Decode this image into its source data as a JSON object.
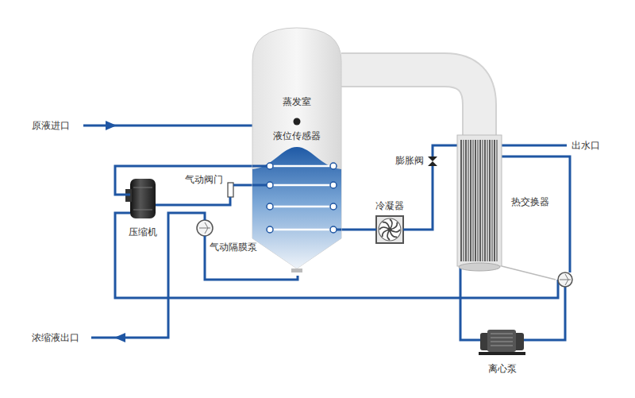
{
  "diagram": {
    "nodes": [
      {
        "text": [
          "蒸发室",
          "液位传感器"
        ]
      },
      {
        "text": [
          "压缩机"
        ]
      },
      {
        "text": [
          "气动阀门"
        ]
      },
      {
        "text": [
          "气动隔膜泵"
        ]
      },
      {
        "text": [
          "冷凝器"
        ]
      },
      {
        "text": [
          "膨胀阀"
        ]
      },
      {
        "text": [
          "热交换器"
        ]
      },
      {
        "text": [
          "离心泵"
        ]
      }
    ],
    "edges": [
      {
        "from": 0,
        "to": 6,
        "arrow": "none"
      },
      {
        "from": 1,
        "to": 0,
        "arrow": "none"
      },
      {
        "from": 0,
        "to": 4,
        "arrow": "none"
      },
      {
        "from": 4,
        "to": 5,
        "arrow": "none"
      },
      {
        "from": 5,
        "to": 6,
        "arrow": "none"
      },
      {
        "from": 6,
        "to": 7,
        "arrow": "none"
      },
      {
        "from": 2,
        "to": 0,
        "arrow": "none"
      },
      {
        "from": 1,
        "to": 2,
        "arrow": "none"
      },
      {
        "from": 0,
        "to": 3,
        "arrow": "none"
      }
    ],
    "labels": [
      "原液进口",
      "出水口",
      "浓缩液出口"
    ]
  }
}
